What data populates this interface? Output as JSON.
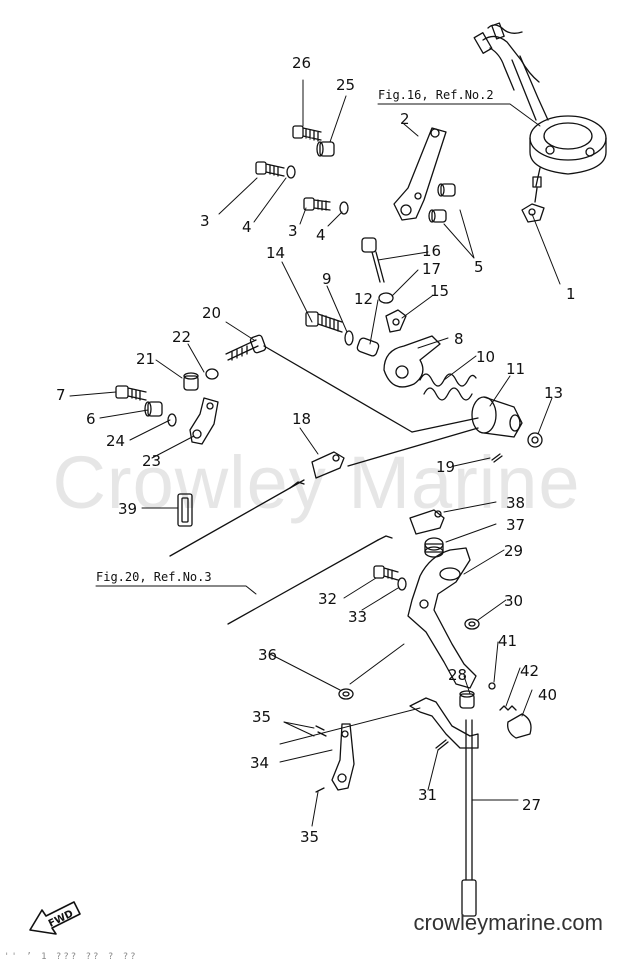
{
  "watermark": "Crowley Marine",
  "site_url": "crowleymarine.com",
  "footer_code": "'' ’ 1 ??? ?? ? ??",
  "fwd_label": "FWD",
  "references": {
    "fig16": "Fig.16, Ref.No.2",
    "fig20": "Fig.20, Ref.No.3"
  },
  "callouts": {
    "n1": "1",
    "n2": "2",
    "n3a": "3",
    "n3b": "3",
    "n4a": "4",
    "n4b": "4",
    "n5": "5",
    "n6": "6",
    "n7": "7",
    "n8": "8",
    "n9": "9",
    "n10": "10",
    "n11": "11",
    "n12": "12",
    "n13": "13",
    "n14": "14",
    "n15": "15",
    "n16": "16",
    "n17": "17",
    "n18": "18",
    "n19": "19",
    "n20": "20",
    "n21": "21",
    "n22": "22",
    "n23": "23",
    "n24": "24",
    "n25": "25",
    "n26": "26",
    "n27": "27",
    "n28": "28",
    "n29": "29",
    "n30": "30",
    "n31": "31",
    "n32": "32",
    "n33": "33",
    "n34": "34",
    "n35a": "35",
    "n35b": "35",
    "n36": "36",
    "n37": "37",
    "n38": "38",
    "n39": "39",
    "n40": "40",
    "n41": "41",
    "n42": "42"
  }
}
